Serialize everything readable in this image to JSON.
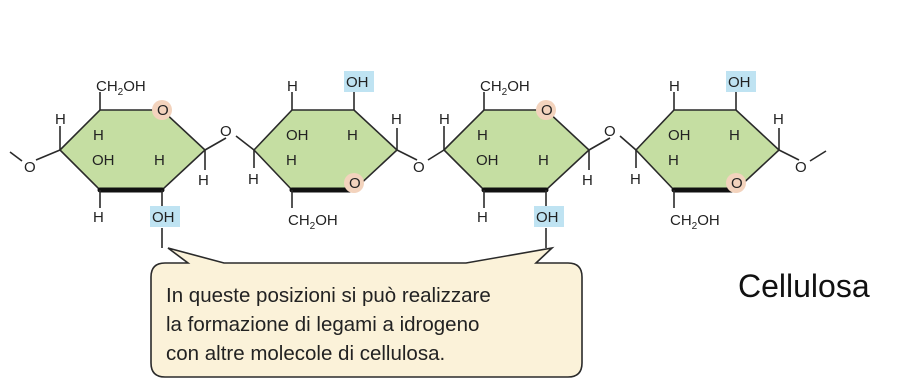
{
  "title": "Cellulosa",
  "callout": {
    "lines": [
      "In queste posizioni si può realizzare",
      "la formazione di legami a idrogeno",
      "con altre molecole di cellulosa."
    ]
  },
  "atoms": {
    "h": "H",
    "o": "O",
    "oh": "OH",
    "ch2oh_prefix": "CH",
    "ch2oh_sub": "2",
    "ch2oh_suffix": "OH"
  },
  "colors": {
    "ring_fill": "#c5dea2",
    "oh_highlight": "#bfe3f2",
    "ring_oxygen_highlight": "#f3d3bd",
    "callout_fill": "#fbf2d9"
  }
}
